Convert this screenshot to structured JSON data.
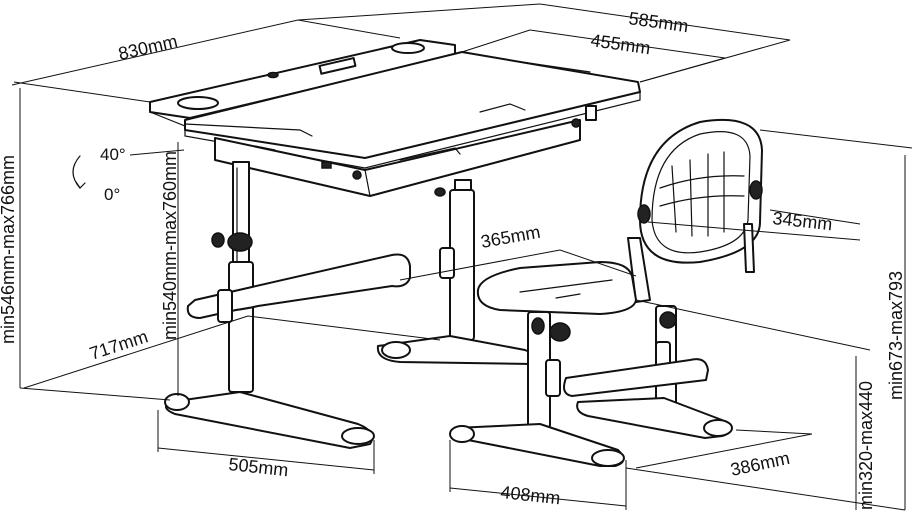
{
  "dimensions": {
    "desk_width": "830mm",
    "desk_total_depth": "585mm",
    "desk_top_depth": "455mm",
    "desk_height_range": "min546mm-max766mm",
    "desk_surface_height_range": "min540mm-max760mm",
    "desk_leg_span": "717mm",
    "desk_foot_length": "505mm",
    "chair_seat_depth": "365mm",
    "chair_back_width": "345mm",
    "chair_total_height_range": "min673-max793",
    "chair_seat_height_range": "min320-max440",
    "chair_base_width": "408mm",
    "chair_base_depth": "386mm"
  },
  "tilt": {
    "max_angle": "40°",
    "min_angle": "0°"
  }
}
